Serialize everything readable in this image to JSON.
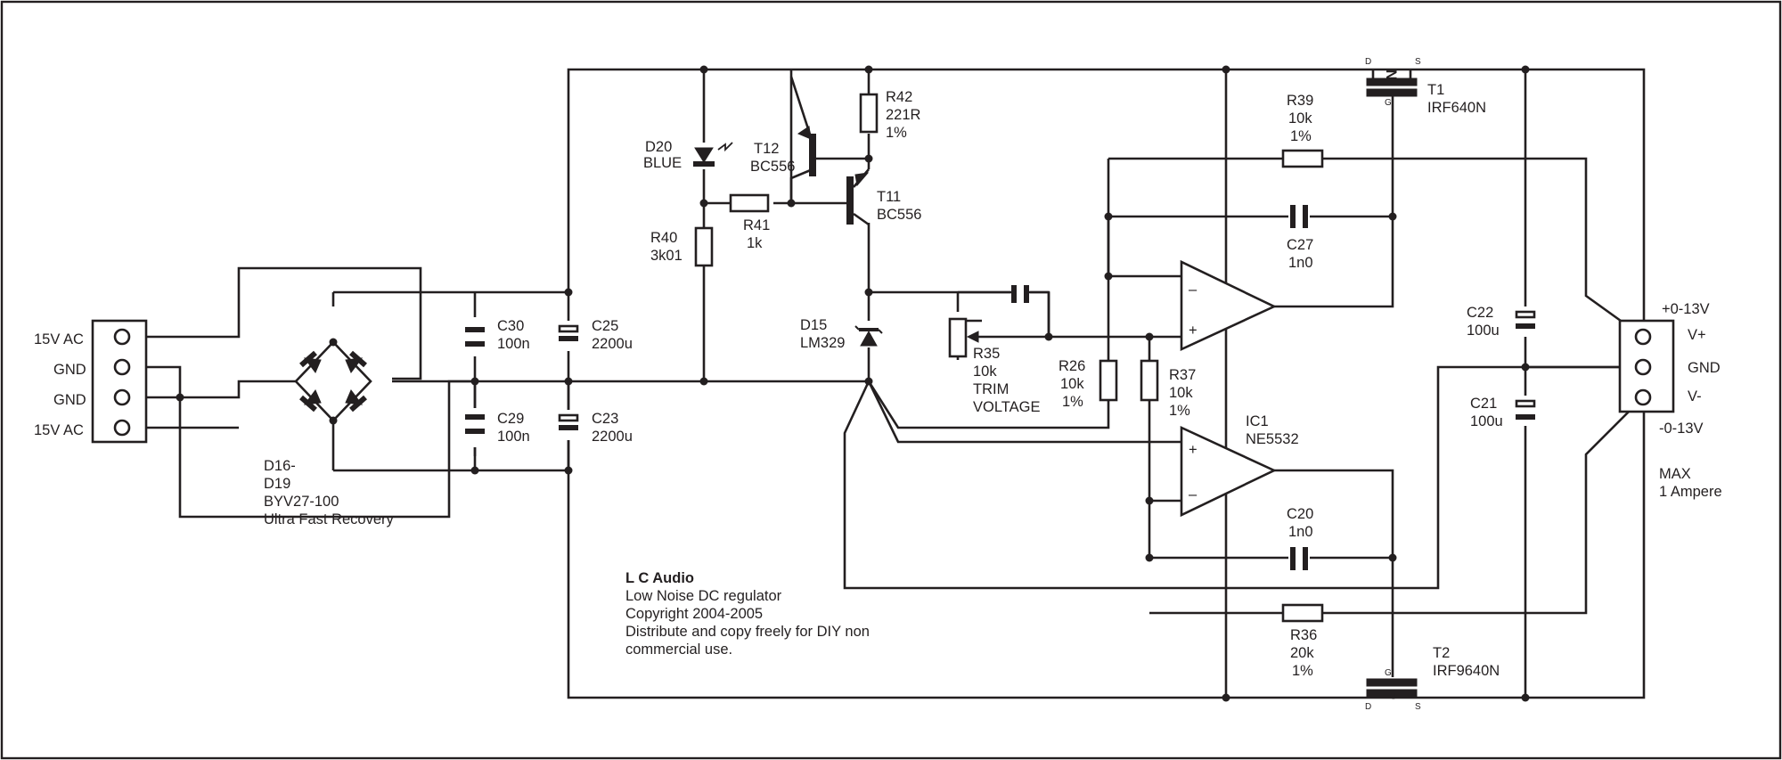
{
  "input": {
    "pins": [
      "15V AC",
      "GND",
      "GND",
      "15V AC"
    ]
  },
  "output": {
    "pos_range": "+0-13V",
    "neg_range": "-0-13V",
    "pins": [
      "V+",
      "GND",
      "V-"
    ],
    "max_line1": "MAX",
    "max_line2": "1 Ampere"
  },
  "components": {
    "bridge": {
      "ref": "D16-",
      "ref2": "D19",
      "value": "BYV27-100",
      "note": "Ultra Fast Recovery"
    },
    "C30": {
      "ref": "C30",
      "value": "100n"
    },
    "C29": {
      "ref": "C29",
      "value": "100n"
    },
    "C25": {
      "ref": "C25",
      "value": "2200u"
    },
    "C23": {
      "ref": "C23",
      "value": "2200u"
    },
    "D20": {
      "ref": "D20",
      "value": "BLUE"
    },
    "R40": {
      "ref": "R40",
      "value": "3k01"
    },
    "R41": {
      "ref": "R41",
      "value": "1k"
    },
    "R42": {
      "ref": "R42",
      "value": "221R",
      "tol": "1%"
    },
    "T12": {
      "ref": "T12",
      "value": "BC556"
    },
    "T11": {
      "ref": "T11",
      "value": "BC556"
    },
    "D15": {
      "ref": "D15",
      "value": "LM329"
    },
    "R35": {
      "ref": "R35",
      "value": "10k",
      "note1": "TRIM",
      "note2": "VOLTAGE"
    },
    "R26": {
      "ref": "R26",
      "value": "10k",
      "tol": "1%"
    },
    "R37": {
      "ref": "R37",
      "value": "10k",
      "tol": "1%"
    },
    "R39": {
      "ref": "R39",
      "value": "10k",
      "tol": "1%"
    },
    "R36": {
      "ref": "R36",
      "value": "20k",
      "tol": "1%"
    },
    "C27": {
      "ref": "C27",
      "value": "1n0"
    },
    "C20": {
      "ref": "C20",
      "value": "1n0"
    },
    "C22": {
      "ref": "C22",
      "value": "100u"
    },
    "C21": {
      "ref": "C21",
      "value": "100u"
    },
    "IC1": {
      "ref": "IC1",
      "value": "NE5532"
    },
    "T1": {
      "ref": "T1",
      "value": "IRF640N",
      "type": "N",
      "pin_d": "D",
      "pin_s": "S",
      "pin_g": "G"
    },
    "T2": {
      "ref": "T2",
      "value": "IRF9640N",
      "type": "P",
      "pin_d": "D",
      "pin_s": "S",
      "pin_g": "G"
    }
  },
  "opamp_signs": {
    "plus": "+",
    "minus": "–"
  },
  "credits": {
    "title": "L C Audio",
    "line1": "Low Noise DC regulator",
    "line2": "Copyright 2004-2005",
    "line3": "Distribute and copy freely for DIY non",
    "line4": "commercial use."
  }
}
